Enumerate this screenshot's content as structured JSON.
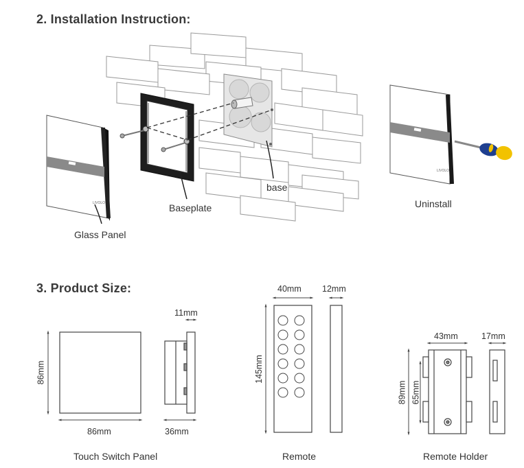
{
  "sections": {
    "installation_title": "2. Installation Instruction:",
    "product_size_title": "3. Product Size:"
  },
  "installation": {
    "glass_panel_label": "Glass Panel",
    "baseplate_label": "Baseplate",
    "base_label": "base",
    "uninstall_label": "Uninstall",
    "panel_brand": "LIVOLO"
  },
  "product_size": {
    "touch_panel": {
      "caption": "Touch Switch Panel",
      "height": "86mm",
      "width": "86mm",
      "depth_front": "11mm",
      "depth_total": "36mm"
    },
    "remote": {
      "caption": "Remote",
      "width": "40mm",
      "thickness": "12mm",
      "height": "145mm"
    },
    "remote_holder": {
      "caption": "Remote Holder",
      "width": "43mm",
      "depth": "17mm",
      "height": "89mm",
      "hole_spacing": "65mm"
    }
  },
  "colors": {
    "heading": "#3a3a3a",
    "panel_frame": "#222222",
    "screwdriver_handle": "#f2c200",
    "screwdriver_grip": "#1f3f8f"
  }
}
